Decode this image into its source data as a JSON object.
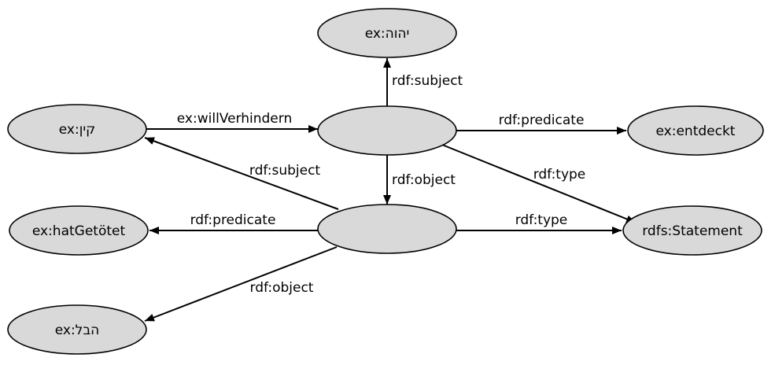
{
  "nodes": [
    {
      "id": "yhwh",
      "label": "ex:יהוה"
    },
    {
      "id": "kain",
      "label": "ex:קין"
    },
    {
      "id": "stmt1",
      "label": ""
    },
    {
      "id": "entdeckt",
      "label": "ex:entdeckt"
    },
    {
      "id": "hatgetoetet",
      "label": "ex:hatGetötet"
    },
    {
      "id": "stmt2",
      "label": ""
    },
    {
      "id": "statement",
      "label": "rdfs:Statement"
    },
    {
      "id": "hevel",
      "label": "ex:הבל"
    }
  ],
  "edges": [
    {
      "id": "e1",
      "from": "kain",
      "to": "stmt1",
      "label": "ex:willVerhindern"
    },
    {
      "id": "e2",
      "from": "stmt1",
      "to": "yhwh",
      "label": "rdf:subject"
    },
    {
      "id": "e3",
      "from": "stmt1",
      "to": "entdeckt",
      "label": "rdf:predicate"
    },
    {
      "id": "e4",
      "from": "stmt1",
      "to": "stmt2",
      "label": "rdf:object"
    },
    {
      "id": "e5",
      "from": "stmt1",
      "to": "statement",
      "label": "rdf:type"
    },
    {
      "id": "e6",
      "from": "stmt2",
      "to": "kain",
      "label": "rdf:subject"
    },
    {
      "id": "e7",
      "from": "stmt2",
      "to": "hatgetoetet",
      "label": "rdf:predicate"
    },
    {
      "id": "e8",
      "from": "stmt2",
      "to": "statement",
      "label": "rdf:type"
    },
    {
      "id": "e9",
      "from": "stmt2",
      "to": "hevel",
      "label": "rdf:object"
    }
  ]
}
